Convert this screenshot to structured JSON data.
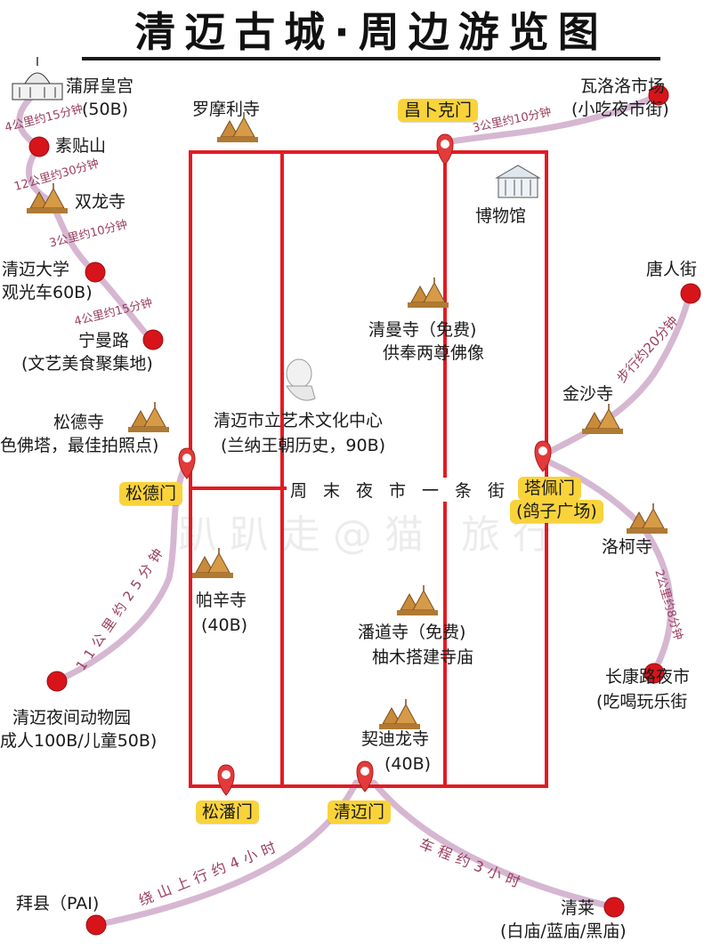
{
  "title": "清迈古城·周边游览图",
  "watermark": "趴趴走@猫 旅行",
  "street": "周末夜市一条街",
  "gates": {
    "north": "昌卜克门",
    "east": "塔佩门",
    "east_sub": "(鸽子广场)",
    "west": "松德门",
    "south_west": "松潘门",
    "south": "清迈门"
  },
  "places": {
    "palace": "蒲屏皇宫",
    "palace_sub": "(50B)",
    "suthep": "素贴山",
    "twin_dragon": "双龙寺",
    "cmu": "清迈大学",
    "cmu_sub": "观光车60B)",
    "nimman": "宁曼路",
    "nimman_sub": "(文艺美食聚集地)",
    "suandok": "松德寺",
    "suandok_sub": "色佛塔，最佳拍照点)",
    "zoo": "清迈夜间动物园",
    "zoo_sub": "成人100B/儿童50B)",
    "pai": "拜县（PAI)",
    "chiangrai": "清莱",
    "chiangrai_sub": "(白庙/蓝庙/黑庙)",
    "warorot": "瓦洛洛市场",
    "warorot_sub": "(小吃夜市街)",
    "chinatown": "唐人街",
    "jinsha": "金沙寺",
    "luoke": "洛柯寺",
    "changklan": "长康路夜市",
    "changklan_sub": "(吃喝玩乐街",
    "lomoli": "罗摩利寺",
    "museum": "博物馆",
    "chiangman": "清曼寺（免费)",
    "chiangman_sub": "供奉两尊佛像",
    "arts_center": "清迈市立艺术文化中心",
    "arts_center_sub": "(兰纳王朝历史，90B)",
    "phrasing": "帕辛寺",
    "phrasing_sub": "(40B)",
    "pantao": "潘道寺（免费)",
    "pantao_sub": "柚木搭建寺庙",
    "chedi_luang": "契迪龙寺",
    "chedi_luang_sub": "(40B)"
  },
  "distances": {
    "palace_suthep": "4公里约15分钟",
    "suthep_twin": "12公里约30分钟",
    "twin_cmu": "3公里约10分钟",
    "cmu_nimman": "4公里约15分钟",
    "north_warorot": "3公里约10分钟",
    "chinatown_walk": "步行约20分钟",
    "luoke_changklan": "2公里约8分钟",
    "west_zoo": "11公里约25分钟",
    "south_pai": "绕山上行约4小时",
    "south_chiangrai": "车程约3小时"
  },
  "colors": {
    "wall": "#e31b23",
    "gate_bg": "#f9d33a",
    "dot": "#d7141a",
    "route": "#c9a0c4",
    "distance_text": "#9a3c5b",
    "temple": "#c98a3a"
  }
}
